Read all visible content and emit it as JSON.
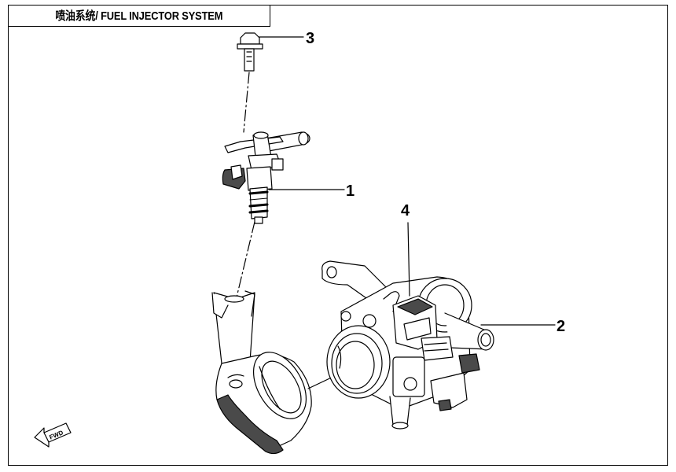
{
  "title": "喷油系统/ FUEL INJECTOR SYSTEM",
  "callouts": {
    "one": "1",
    "two": "2",
    "three": "3",
    "four": "4"
  },
  "parts": [
    {
      "number": "1",
      "icon": "fuel-injector-icon"
    },
    {
      "number": "2",
      "icon": "throttle-body-icon"
    },
    {
      "number": "3",
      "icon": "bolt-icon"
    },
    {
      "number": "4",
      "icon": "sensor-icon"
    }
  ],
  "direction_marker": "FWD",
  "colors": {
    "line": "#000000",
    "shade": "#4a4a4a",
    "light": "#d8d8d8"
  }
}
